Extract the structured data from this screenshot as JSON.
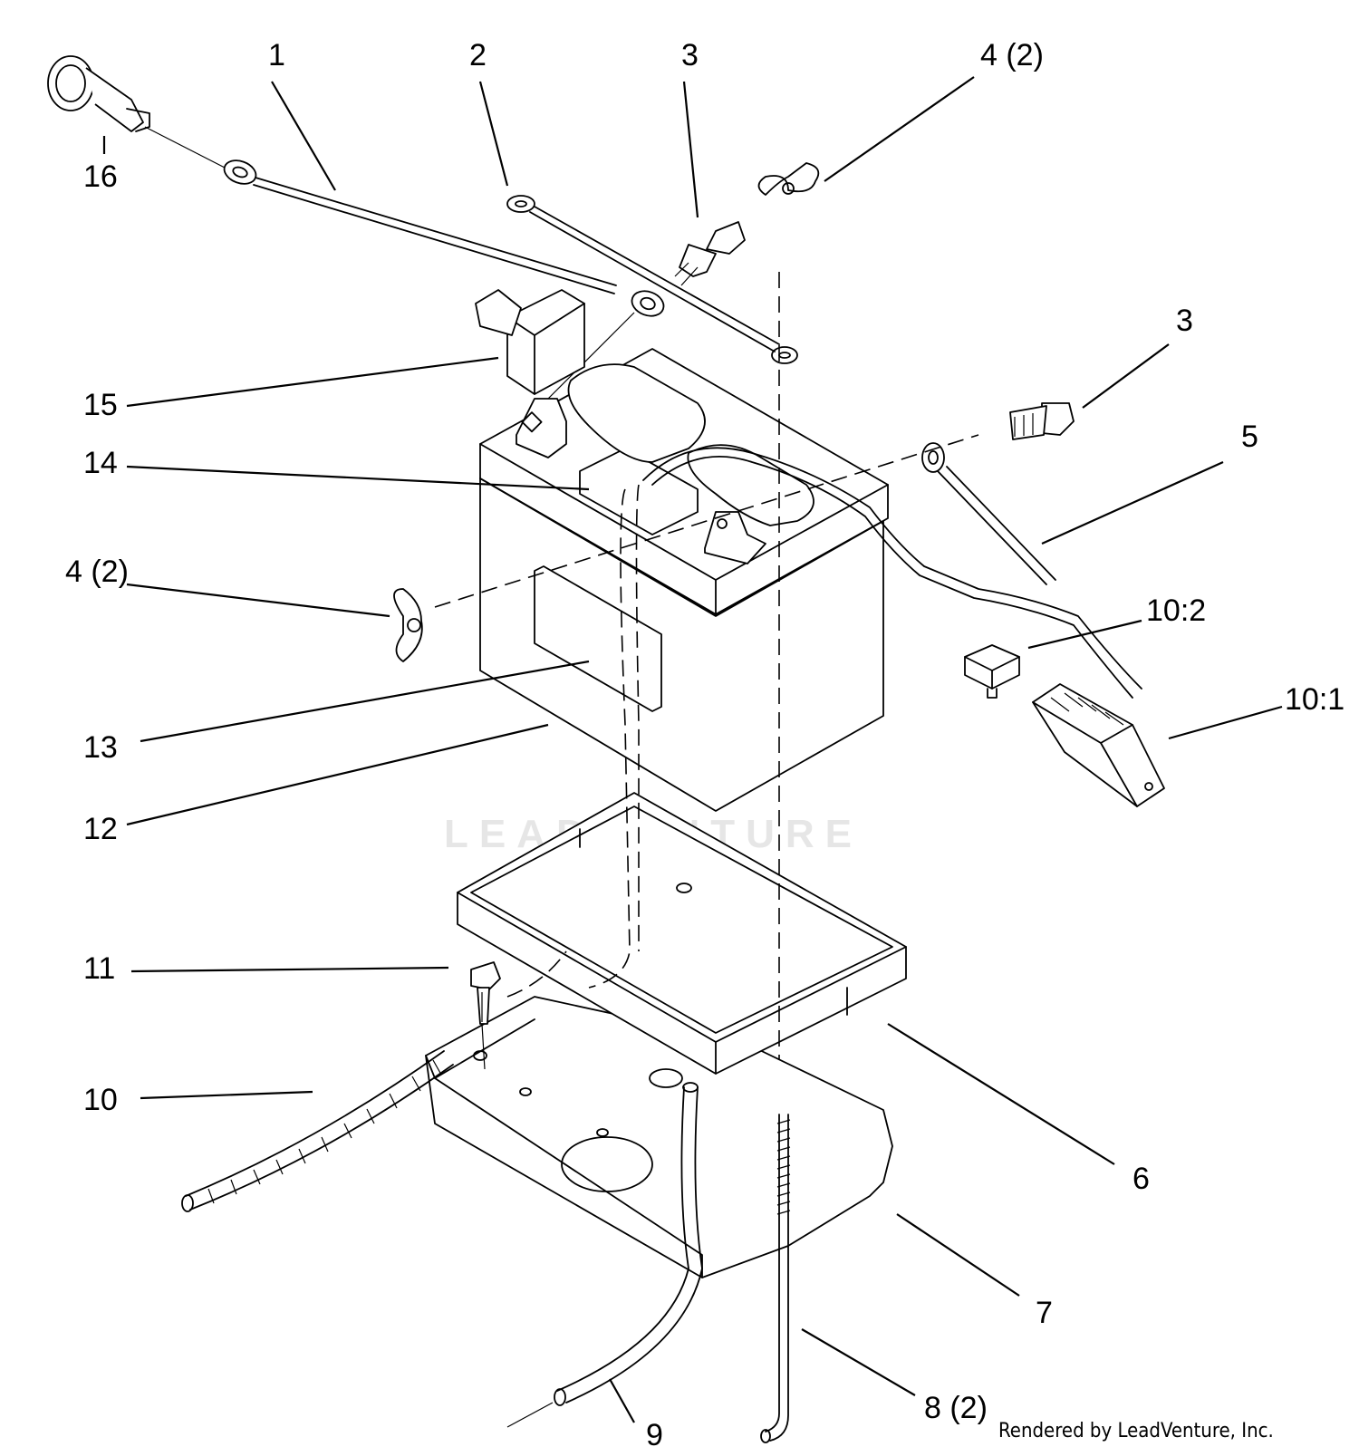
{
  "callouts": {
    "c1": "1",
    "c2": "2",
    "c3a": "3",
    "c3b": "3",
    "c4a": "4 (2)",
    "c4b": "4 (2)",
    "c5": "5",
    "c6": "6",
    "c7": "7",
    "c8": "8 (2)",
    "c9": "9",
    "c10": "10",
    "c10_1": "10:1",
    "c10_2": "10:2",
    "c11": "11",
    "c12": "12",
    "c13": "13",
    "c14": "14",
    "c15": "15",
    "c16": "16"
  },
  "credit": "Rendered by LeadVenture, Inc.",
  "watermark": "LEADVENTURE"
}
